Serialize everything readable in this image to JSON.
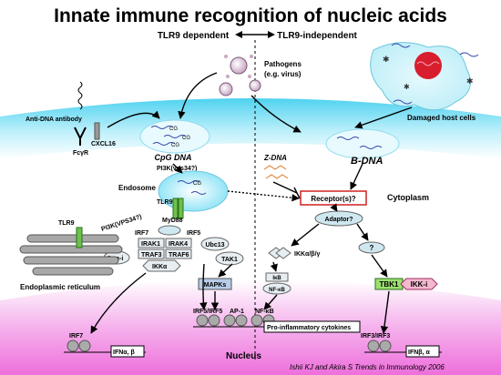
{
  "title": "Innate immune recognition of nucleic acids",
  "header": {
    "left": "TLR9 dependent",
    "right": "TLR9-independent"
  },
  "pathogens": {
    "line1": "Pathogens",
    "line2": "(e.g. virus)"
  },
  "damaged_cells": "Damaged host cells",
  "anti_dna_antibody": "Anti-DNA antibody",
  "fcgr": "FcγR",
  "cxcl16": "CXCL16",
  "cpg_dna": "CpG DNA",
  "pi3k_top": "PI3K(vps34?)",
  "pi3k_side": "PI3K(VPS34?)",
  "cg_label": "CG",
  "endosome": "Endosome",
  "tlr9_endosome": "TLR9",
  "tlr9_er": "TLR9",
  "myd88": "MyD88",
  "irf7_complex": "IRF7",
  "irf5_complex": "IRF5",
  "irak1": "IRAK1",
  "irak4": "IRAK4",
  "traf3": "TRAF3",
  "traf6": "TRAF6",
  "ikka": "IKKα",
  "opn_i": "Opn-i",
  "er_label": "Endoplasmic reticulum",
  "z_dna": "Z-DNA",
  "b_dna": "B-DNA",
  "receptor": "Receptor(s)?",
  "adaptor": "Adaptor?",
  "cytoplasm": "Cytoplasm",
  "question": "?",
  "ubc13": "Ubc13",
  "tak1": "TAK1",
  "ikk_ab": "IKKα/β/γ",
  "ikb": "IκB",
  "nfkb_cyto": "NF-κB",
  "mapks": "MAPKs",
  "tbk1": "TBK1",
  "ikki": "IKK-i",
  "nucleus": "Nucleus",
  "irf7_nuc": "IRF7",
  "ifn_ab": "IFNα, β",
  "irf5_irf5": "IRF5/IRF5",
  "ap1": "AP-1",
  "nfkb_nuc": "NF-κB",
  "proinflam": "Pro-inflammatory cytokines",
  "irf3": "IRF3/IRF3",
  "ifn_ba": "IFNβ, α",
  "citation": "Ishii KJ and Akira S Trends in Immunology 2006",
  "colors": {
    "membrane_cyan": "#5ed6f0",
    "nucleus_pink": "#f07ae0",
    "tbk1_green": "#9be070",
    "ikki_pink": "#f4b8d0",
    "receptor_red": "#d02020",
    "mapk_blue": "#b8cce8"
  }
}
